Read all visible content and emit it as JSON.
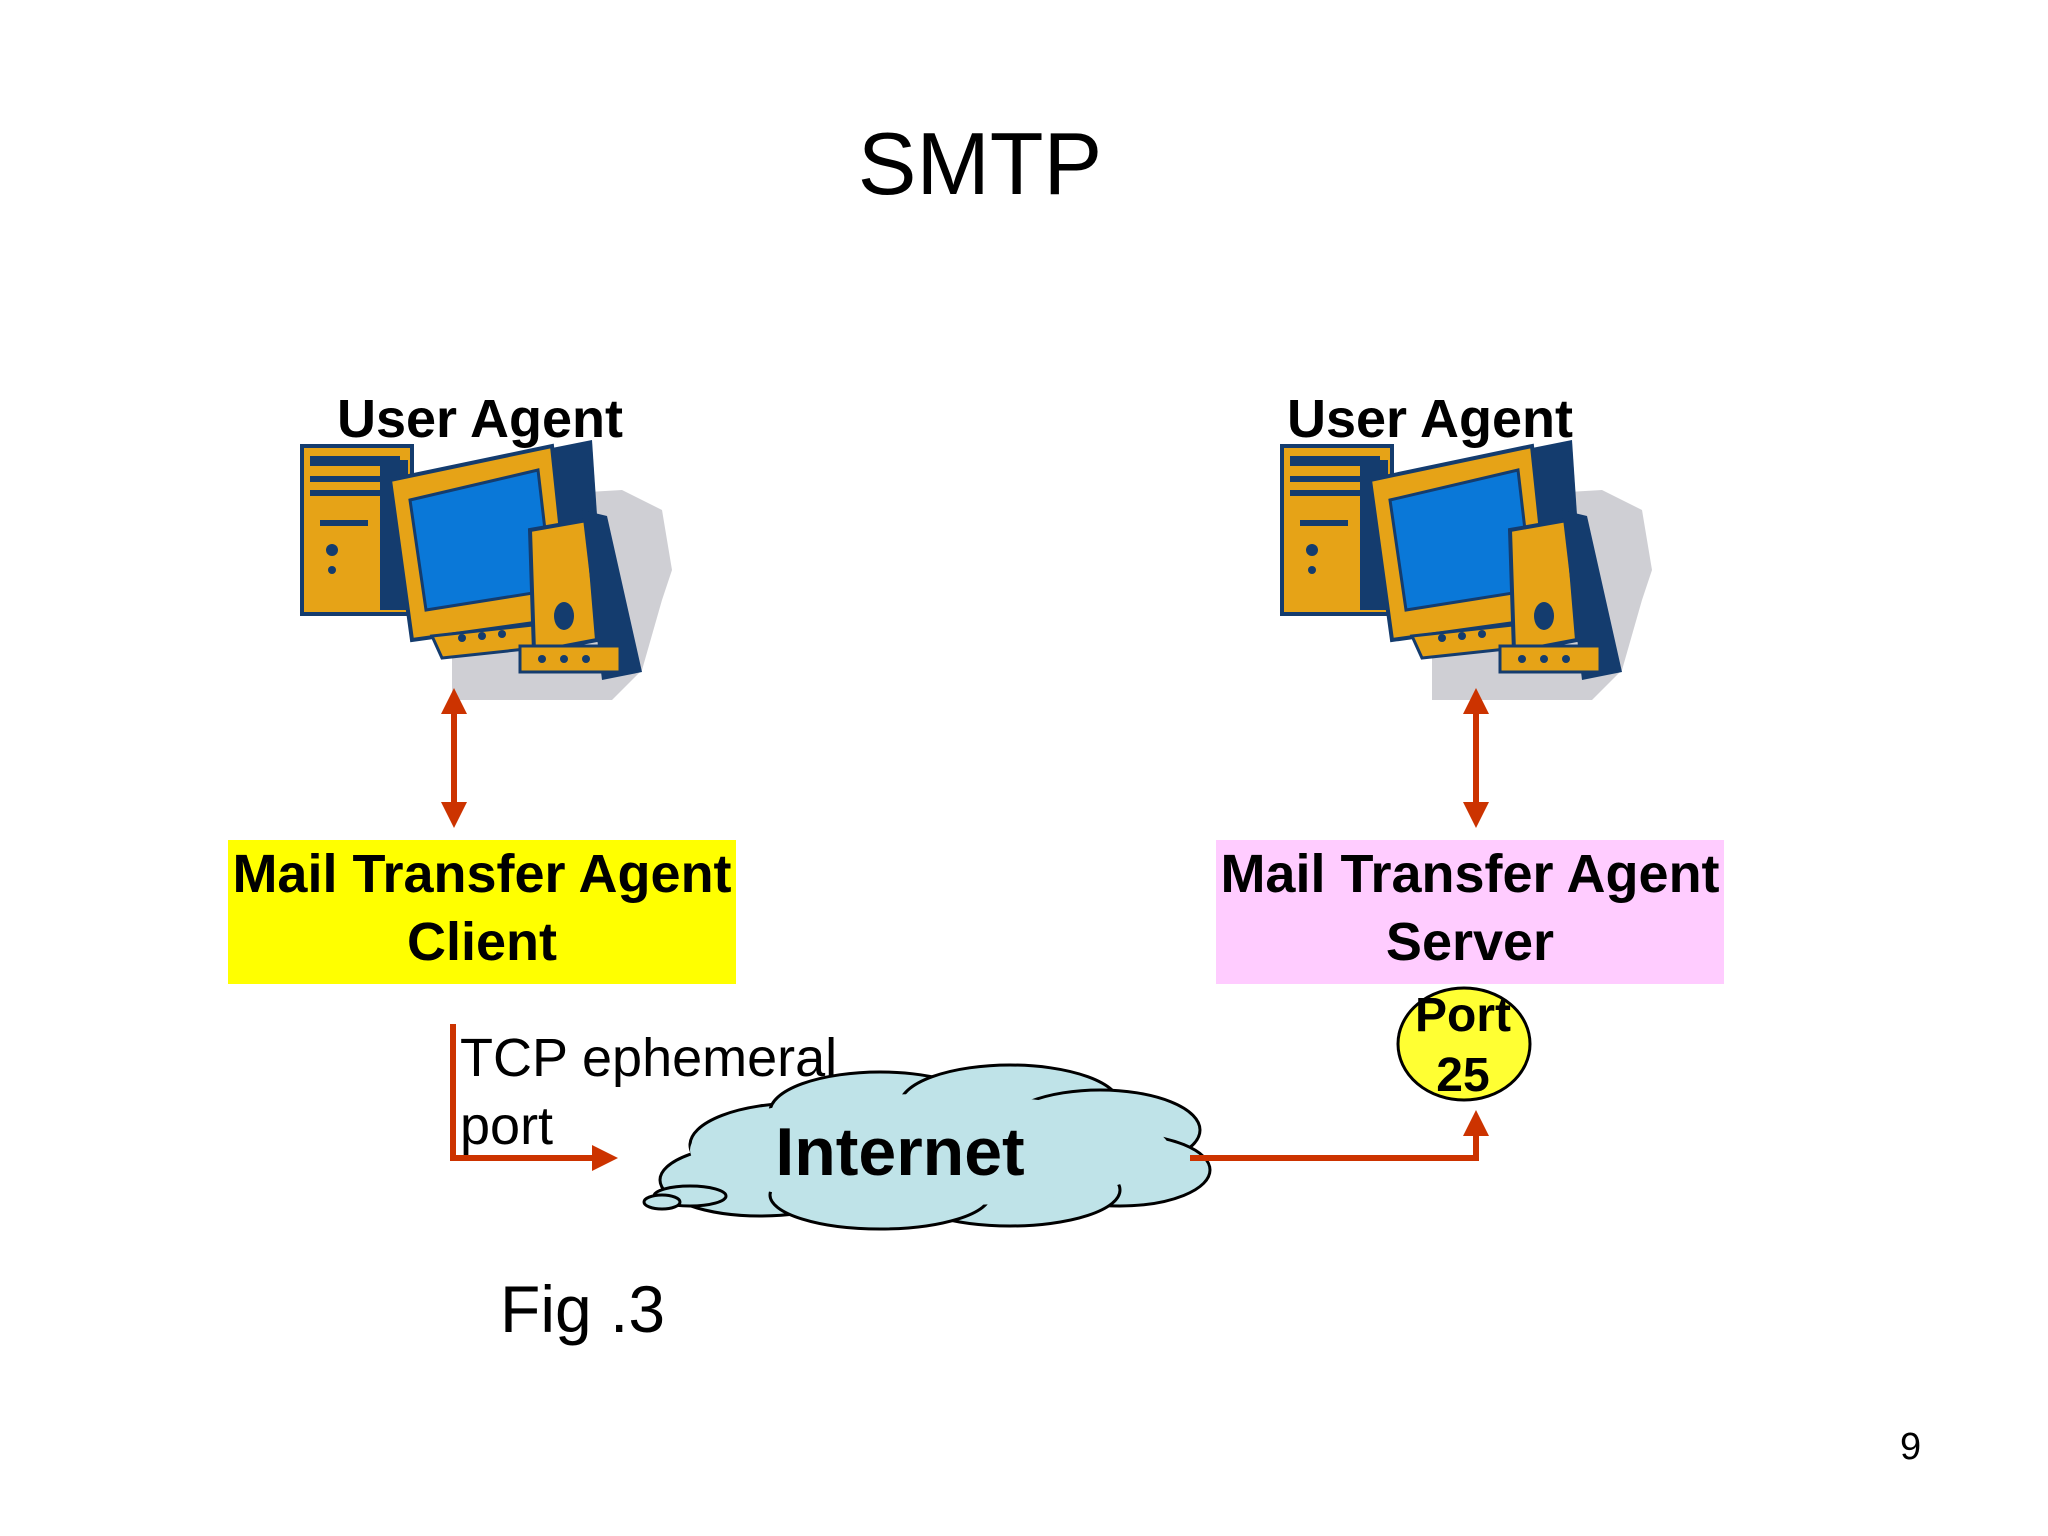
{
  "slide": {
    "title": "SMTP",
    "page_number": "9",
    "figure_caption": "Fig .3"
  },
  "left": {
    "user_agent_label": "User Agent",
    "mta_line1": "Mail Transfer Agent",
    "mta_line2": "Client",
    "tcp_line1": "TCP ephemeral",
    "tcp_line2": "port"
  },
  "right": {
    "user_agent_label": "User Agent",
    "mta_line1": "Mail Transfer Agent",
    "mta_line2": "Server",
    "port_line1": "Port",
    "port_line2": "25"
  },
  "network": {
    "cloud_label": "Internet"
  },
  "colors": {
    "arrow": "#cc3300",
    "client_box": "#ffff00",
    "server_box": "#ffccff",
    "cloud_fill": "#bfe3e8",
    "port_fill": "#ffff33",
    "computer_body": "#e6a317",
    "computer_screen": "#0a78d8",
    "computer_dark": "#143c6e"
  },
  "icons": [
    "desktop-computer-icon",
    "cloud-icon"
  ]
}
